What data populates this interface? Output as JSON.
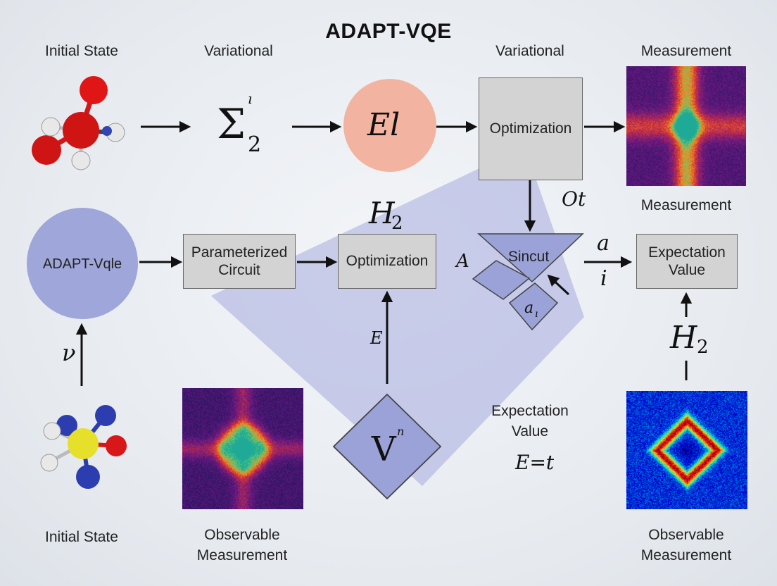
{
  "title": "ADAPT-VQE",
  "headers": {
    "initial_state_top": "Initial State",
    "variational_left": "Variational",
    "variational_right": "Variational",
    "measurement_top": "Measurement",
    "measurement_right": "Measurement"
  },
  "math": {
    "sigma": "Σ",
    "sigma_sup": "ı",
    "sigma_sub": "2",
    "el": "El",
    "ot": "Ot",
    "h2_center": "H",
    "h2_center_sub": "2",
    "h2_right": "H",
    "h2_right_sub": "2",
    "nu": "ν",
    "e_label": "E",
    "a_left": "A",
    "a_right": "a",
    "i_right": "i",
    "a_i": "a",
    "a_i_sub": "ı",
    "v_diamond": "V",
    "v_sup": "n",
    "e_t": "E=t"
  },
  "boxes": {
    "optimization_top": "Optimization",
    "parameterized_circuit": "Parameterized Circuit",
    "optimization_mid": "Optimization",
    "expectation_value_box": "Expectation Value",
    "sincut": "Sincut",
    "adapt_vqle": "ADAPT-Vqle"
  },
  "captions": {
    "expectation_value_text_1": "Expectation",
    "expectation_value_text_2": "Value",
    "initial_state_bottom": "Initial State",
    "observable_1_l1": "Observable",
    "observable_1_l2": "Measurement",
    "observable_2_l1": "Observable",
    "observable_2_l2": "Measurement"
  },
  "colors": {
    "circle_el": "#f2b4a0",
    "circle_adapt": "#9ea6da",
    "sincut_fill": "#9aa2d8",
    "diamond_fill": "#9aa2d8",
    "backdrop": "#a6acdf",
    "box_fill": "#d3d3d3"
  }
}
